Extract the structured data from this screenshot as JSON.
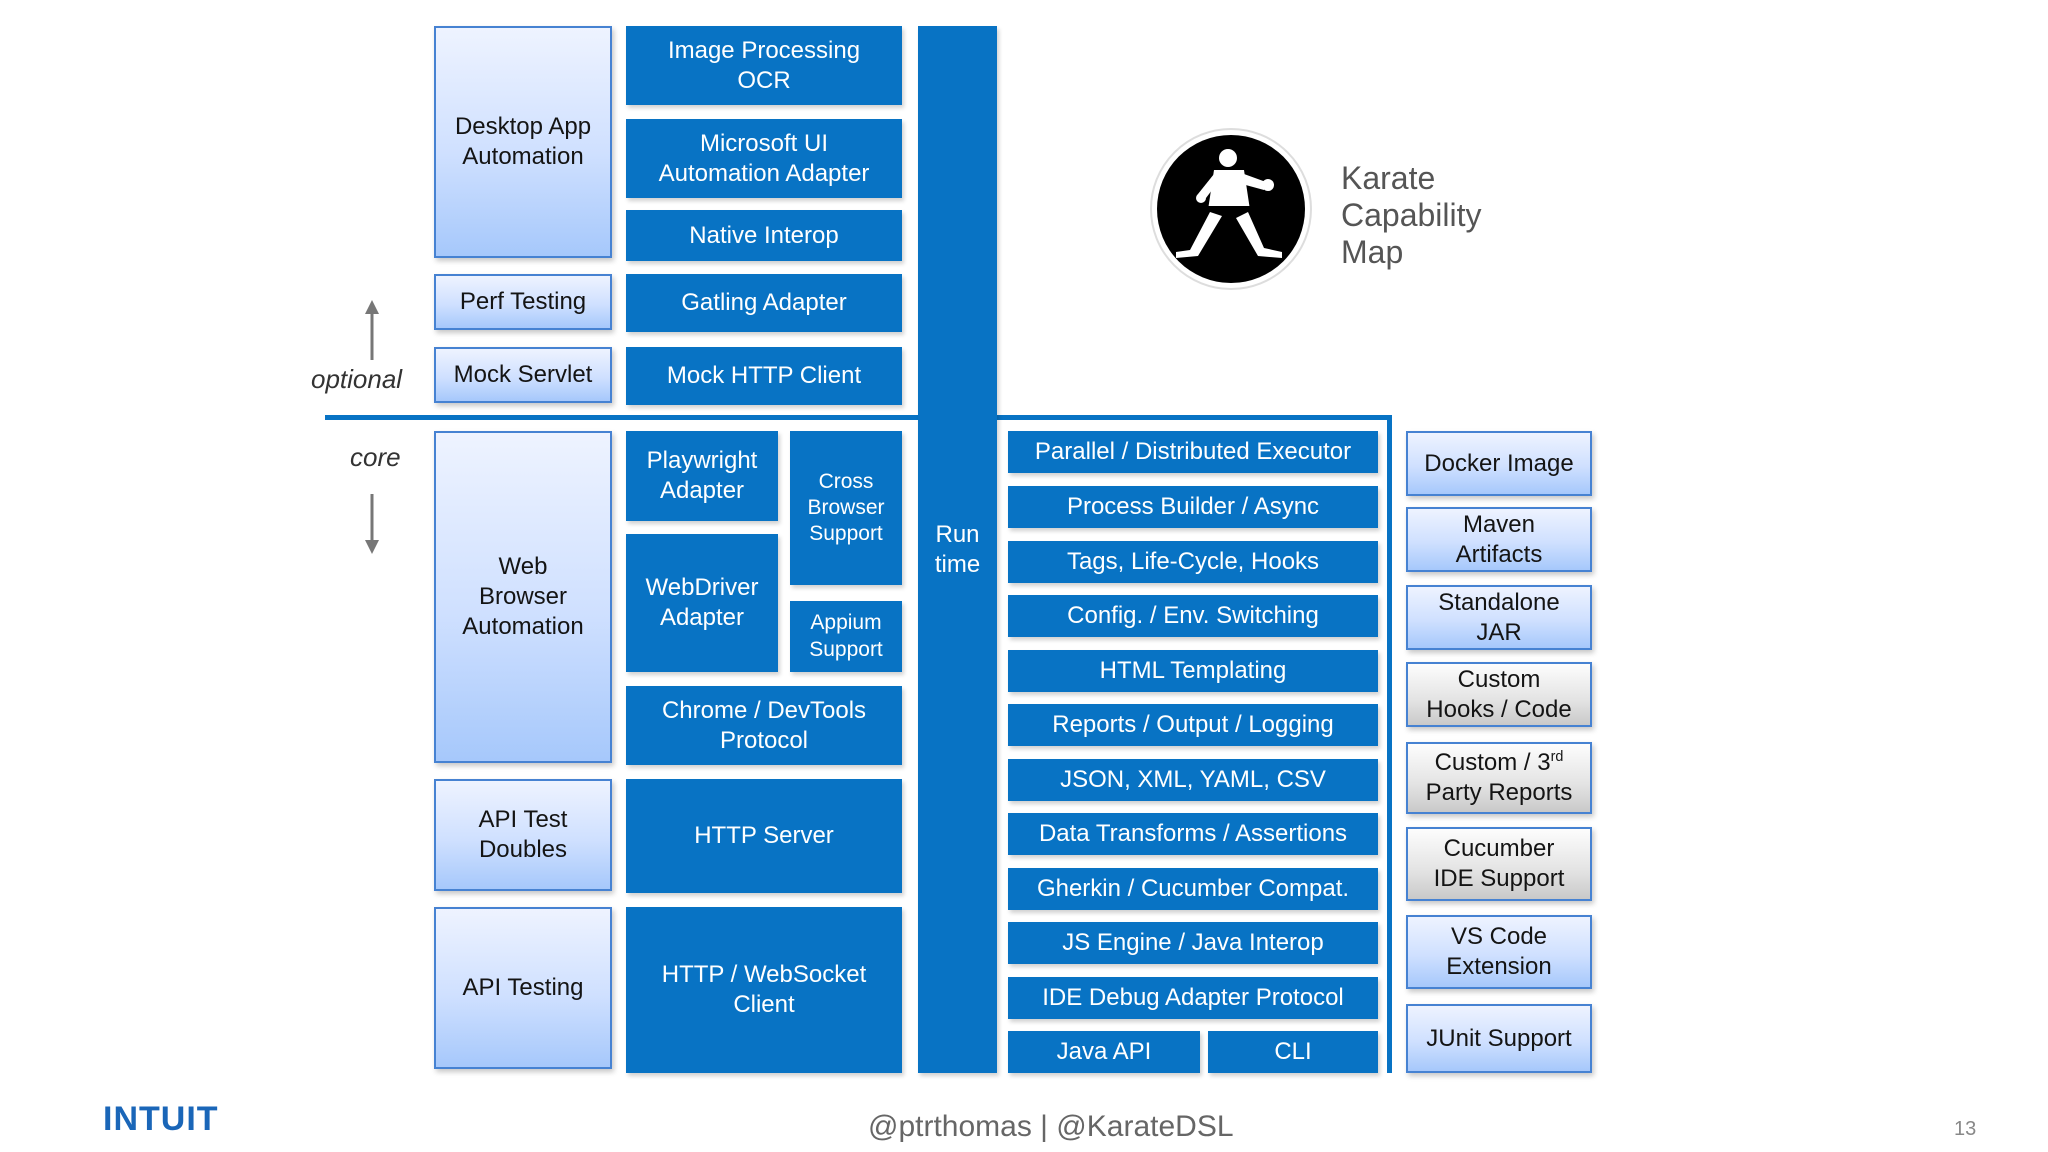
{
  "title": "Karate\nCapability\nMap",
  "labels": {
    "optional": "optional",
    "core": "core"
  },
  "left_column": {
    "desktop": "Desktop App\nAutomation",
    "perf": "Perf Testing",
    "mock_servlet": "Mock Servlet",
    "web": "Web\nBrowser\nAutomation",
    "api_doubles": "API Test\nDoubles",
    "api_testing": "API Testing"
  },
  "middle_column": {
    "image_processing": "Image Processing\nOCR",
    "ms_ui": "Microsoft UI\nAutomation Adapter",
    "native": "Native Interop",
    "gatling": "Gatling Adapter",
    "mock_http": "Mock HTTP Client",
    "playwright": "Playwright\nAdapter",
    "cross_browser": "Cross\nBrowser\nSupport",
    "webdriver": "WebDriver\nAdapter",
    "appium": "Appium\nSupport",
    "chrome": "Chrome / DevTools\nProtocol",
    "http_server": "HTTP Server",
    "http_client": "HTTP / WebSocket\nClient"
  },
  "runtime": "Run\ntime",
  "core_stack": [
    "Parallel / Distributed Executor",
    "Process Builder / Async",
    "Tags, Life-Cycle, Hooks",
    "Config. / Env. Switching",
    "HTML Templating",
    "Reports / Output / Logging",
    "JSON, XML, YAML, CSV",
    "Data Transforms / Assertions",
    "Gherkin / Cucumber Compat.",
    "JS Engine / Java Interop",
    "IDE Debug Adapter Protocol"
  ],
  "bottom_row": {
    "java_api": "Java API",
    "cli": "CLI"
  },
  "right_column": {
    "docker": "Docker Image",
    "maven": "Maven\nArtifacts",
    "standalone": "Standalone\nJAR",
    "custom_hooks": "Custom\nHooks / Code",
    "custom_reports_pre": "Custom / 3",
    "custom_reports_sup": "rd",
    "custom_reports_post": "\nParty Reports",
    "cucumber_ide": "Cucumber\nIDE Support",
    "vscode": "VS Code\nExtension",
    "junit": "JUnit Support"
  },
  "footer": {
    "handles": "@ptrthomas | @KarateDSL",
    "page": "13",
    "logo": "INTUIT"
  }
}
